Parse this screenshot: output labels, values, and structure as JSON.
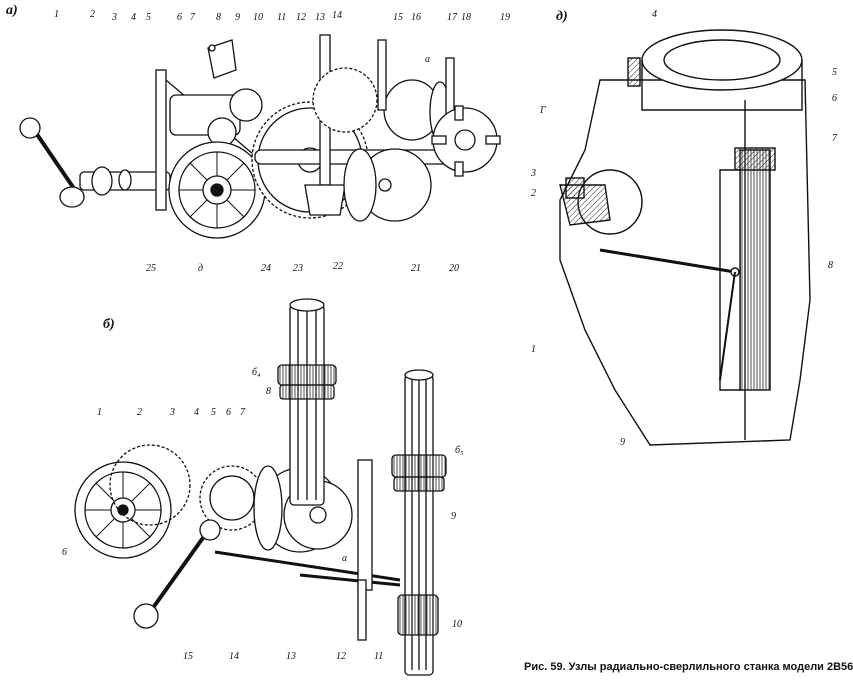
{
  "caption": "Рис. 59. Узлы радиально-сверлильного станка модели 2В56",
  "panels": {
    "a": {
      "label": "а)",
      "callouts": [
        "1",
        "2",
        "3",
        "4",
        "5",
        "6",
        "7",
        "8",
        "9",
        "10",
        "11",
        "12",
        "13",
        "14",
        "15",
        "16",
        "17",
        "18",
        "19",
        "20",
        "21",
        "22",
        "23",
        "24",
        "25",
        "а",
        "д"
      ]
    },
    "b": {
      "label": "б)",
      "callouts": [
        "1",
        "2",
        "3",
        "4",
        "5",
        "6",
        "7",
        "б₄",
        "8",
        "б₅",
        "9",
        "а",
        "6",
        "15",
        "14",
        "13",
        "12",
        "11",
        "10"
      ]
    },
    "d": {
      "label": "д)",
      "callouts": [
        "4",
        "5",
        "6",
        "7",
        "Г",
        "3",
        "2",
        "8",
        "1",
        "9"
      ]
    }
  }
}
